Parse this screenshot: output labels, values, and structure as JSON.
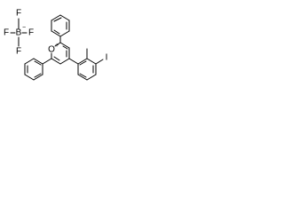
{
  "structure": {
    "counterion": {
      "boron": "B",
      "boron_charge": "−",
      "fluorine_top": "F",
      "fluorine_left": "F",
      "fluorine_right": "F",
      "fluorine_bottom": "F"
    },
    "cation": {
      "ring_oxygen": "O",
      "ring_oxygen_charge": "+",
      "iodine": "I"
    }
  }
}
